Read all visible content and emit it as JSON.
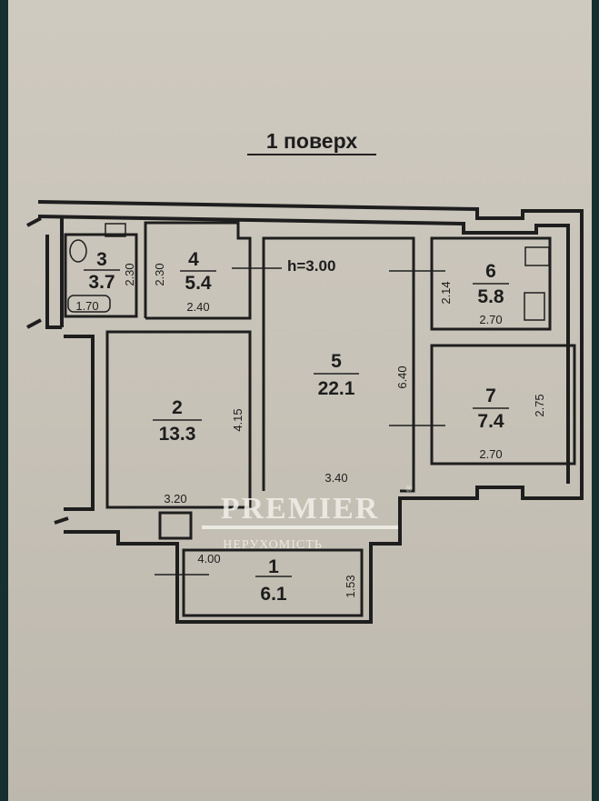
{
  "title": "1 поверх",
  "ceiling_height": "h=3.00",
  "rooms": [
    {
      "number": "1",
      "area": "6.1",
      "dims": [
        "4.00",
        "1.53"
      ]
    },
    {
      "number": "2",
      "area": "13.3",
      "dims": [
        "3.20",
        "4.15"
      ]
    },
    {
      "number": "3",
      "area": "3.7",
      "dims": [
        "2.30",
        "1.70"
      ]
    },
    {
      "number": "4",
      "area": "5.4",
      "dims": [
        "2.30",
        "2.40"
      ]
    },
    {
      "number": "5",
      "area": "22.1",
      "dims": [
        "6.40",
        "3.40"
      ]
    },
    {
      "number": "6",
      "area": "5.8",
      "dims": [
        "2.14",
        "2.70"
      ]
    },
    {
      "number": "7",
      "area": "7.4",
      "dims": [
        "2.75",
        "2.70"
      ]
    }
  ],
  "watermark": {
    "brand": "PREMIER",
    "sub": "НЕРУХОМІСТЬ",
    "reg": "®"
  }
}
